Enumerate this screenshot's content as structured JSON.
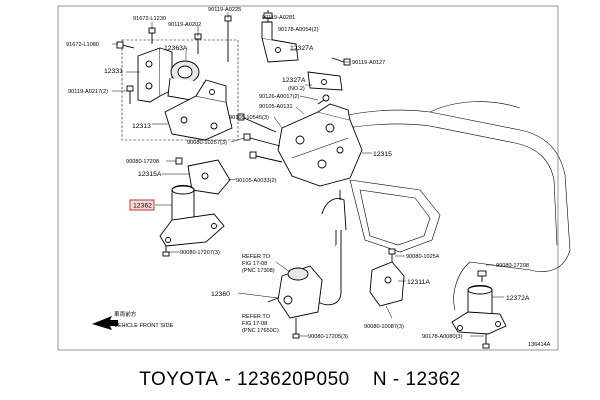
{
  "labels": {
    "l91672_l1230": "91672-L1230",
    "l90119_a0225": "90119-A0225",
    "l90119_a0281": "90119-A0281",
    "l90119_a0202": "90119-A0202",
    "l90178_a0054_2": "90178-A0054(2)",
    "l12363a": "12363A",
    "l12327a": "12327A",
    "l91672_l1080": "91672-L1080",
    "l12331": "12331",
    "l90119_a0127": "90119-A0127",
    "l12327a_no2": "12327A",
    "no2": "(NO.2)",
    "l90119_a0217_2": "90119-A0217(2)",
    "l90126_a0017_2": "90126-A0017(2)",
    "l90105_a0131": "90105-A0131",
    "l90105_10545_3": "90105-10545(3)",
    "l12313": "12313",
    "l90080_10257_3": "90080-10257(3)",
    "l12315": "12315",
    "l90080_17208_a": "90080-17208",
    "l12315a": "12315A",
    "l90105_a0033_2": "90105-A0033(2)",
    "l12362": "12362",
    "l90080_17207_3": "90080-17207(3)",
    "l90080_10254": "90080-10254",
    "l90080_17208_b": "90080-17208",
    "refer1_a": "REFER TO",
    "refer1_b": "FIG 17-08",
    "refer1_c": "(PNC 17308)",
    "l12311a": "12311A",
    "l12360": "12360",
    "l12372a": "12372A",
    "refer2_a": "REFER TO",
    "refer2_b": "FIG 17-08",
    "refer2_c": "(PNC 17650C)",
    "l90080_10087_3": "90080-10087(3)",
    "l90178_a0080_3": "90178-A0080(3)",
    "l90080_17205_3": "90080-17205(3)",
    "vehicle_front_jp": "車両前方",
    "vehicle_front": "VEHICLE FRONT SIDE",
    "fig_no": "136414A"
  },
  "caption": {
    "brand": "TOYOTA",
    "sep": " - ",
    "part_number": "123620P050",
    "pnc_prefix": "N - ",
    "pnc": "12362"
  },
  "colors": {
    "highlight_box": "#c0392b",
    "highlight_fill": "#ffd9d9"
  }
}
